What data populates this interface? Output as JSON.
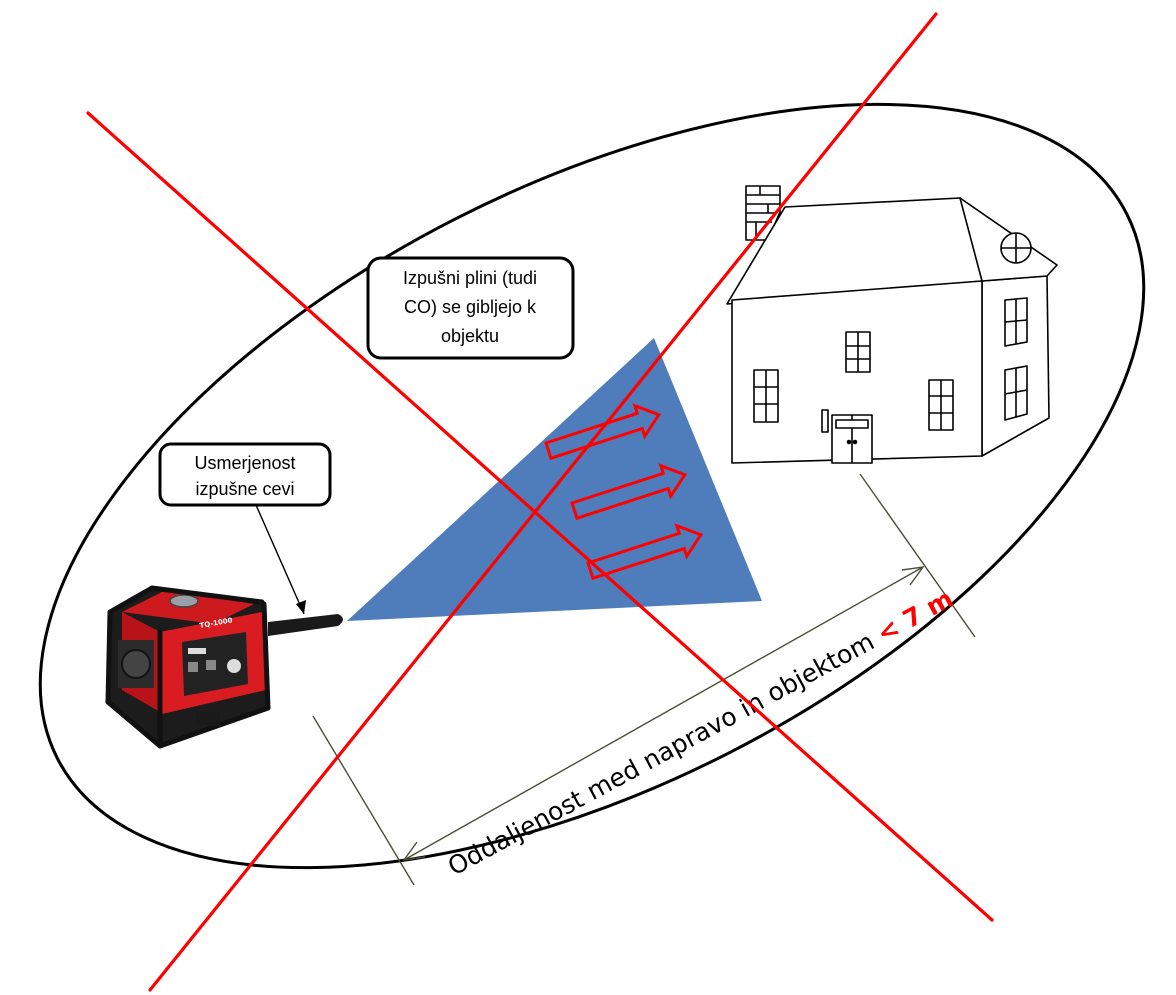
{
  "callouts": {
    "exhaust_gases": {
      "lines": [
        "Izpušni plini (tudi",
        "CO) se gibljejo k",
        "objektu"
      ]
    },
    "exhaust_direction": {
      "lines": [
        "Usmerjenost",
        "izpušne cevi"
      ]
    }
  },
  "distance_label": {
    "text": "Oddaljenost med napravo in objektom ",
    "value": "< 7 m"
  },
  "generator": {
    "brand_label": "TQ-1000"
  },
  "colors": {
    "exhaust_cone": "#4f7dbb",
    "cross_mark": "#ff0000",
    "airflow_arrows": "#ff0000",
    "distance_value": "#ff0000",
    "generator_body": "#d91b22",
    "outline": "#000000"
  }
}
